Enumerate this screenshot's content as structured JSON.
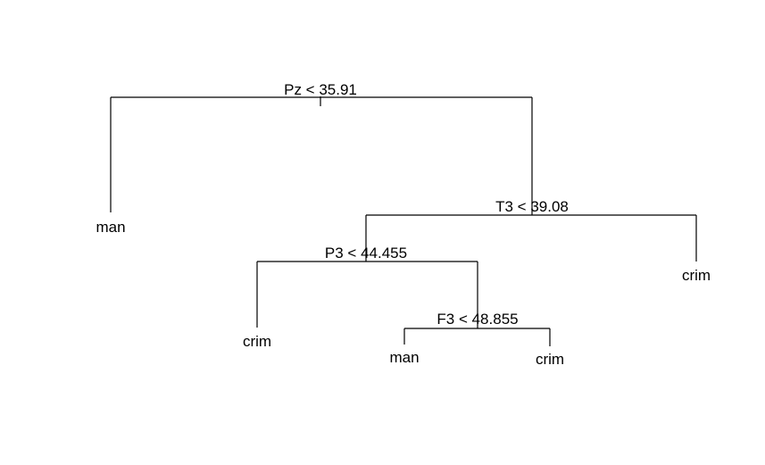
{
  "colors": {
    "background": "#ffffff",
    "ink": "#000000"
  },
  "tree": {
    "splits": {
      "root": "Pz < 35.91",
      "t3": "T3 < 39.08",
      "p3": "P3 < 44.455",
      "f3": "F3 < 48.855"
    },
    "leaves": {
      "root_left": "man",
      "t3_right": "crim",
      "p3_left": "crim",
      "f3_left": "man",
      "f3_right": "crim"
    }
  }
}
